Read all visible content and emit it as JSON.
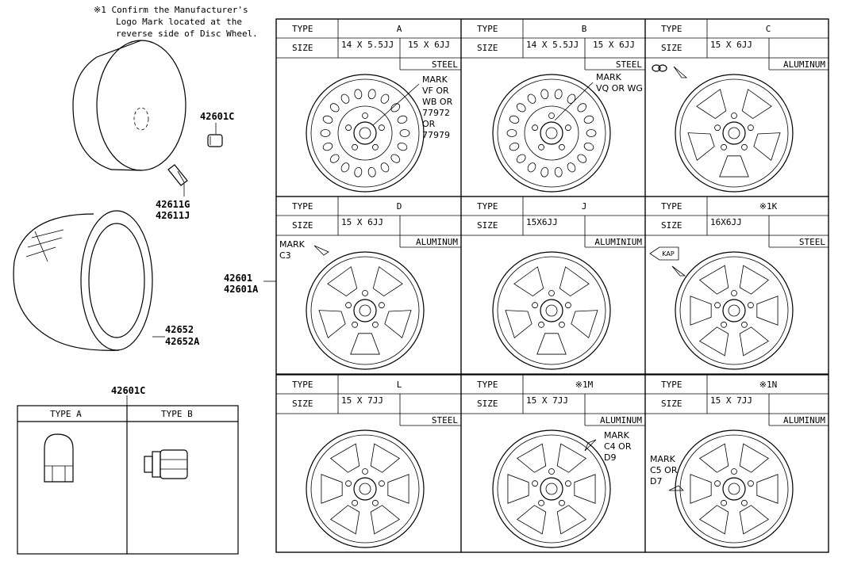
{
  "note": {
    "line1": "※1 Confirm the Manufacturer's",
    "line2": "Logo Mark located at the",
    "line3": "reverse side of Disc Wheel."
  },
  "parts": {
    "cap": "42601C",
    "valve1": "42611G",
    "valve2": "42611J",
    "wheel1": "42601",
    "wheel2": "42601A",
    "tire1": "42652",
    "tire2": "42652A",
    "nut": "42601C"
  },
  "nut_table": {
    "type_a": "TYPE A",
    "type_b": "TYPE B"
  },
  "labels": {
    "type": "TYPE",
    "size": "SIZE"
  },
  "wheels": [
    {
      "id": "A",
      "sizes": [
        "14 X 5.5JJ",
        "15 X 6JJ"
      ],
      "material": "STEEL",
      "mark": [
        "MARK",
        "VF OR",
        "WB OR",
        "77972",
        "OR",
        "77979"
      ]
    },
    {
      "id": "B",
      "sizes": [
        "14 X 5.5JJ",
        "15 X 6JJ"
      ],
      "material": "STEEL",
      "mark": [
        "MARK",
        "VQ OR WG"
      ]
    },
    {
      "id": "C",
      "sizes": [
        "15 X 6JJ",
        ""
      ],
      "material": "ALUMINUM",
      "mark": []
    },
    {
      "id": "D",
      "sizes": [
        "15 X 6JJ",
        ""
      ],
      "material": "ALUMINUM",
      "mark": [
        "MARK",
        "C3"
      ]
    },
    {
      "id": "J",
      "sizes": [
        "15X6JJ",
        ""
      ],
      "material": "ALUMINIUM",
      "mark": []
    },
    {
      "id": "※1K",
      "sizes": [
        "16X6JJ",
        ""
      ],
      "material": "STEEL",
      "mark": []
    },
    {
      "id": "L",
      "sizes": [
        "15 X 7JJ",
        ""
      ],
      "material": "STEEL",
      "mark": []
    },
    {
      "id": "※1M",
      "sizes": [
        "15 X 7JJ",
        ""
      ],
      "material": "ALUMINUM",
      "mark": [
        "MARK",
        "C4 OR",
        "D9"
      ]
    },
    {
      "id": "※1N",
      "sizes": [
        "15 X 7JJ",
        ""
      ],
      "material": "ALUMINUM",
      "mark": [
        "MARK",
        "C5 OR",
        "D7"
      ]
    }
  ],
  "logo_badge": "KAP"
}
